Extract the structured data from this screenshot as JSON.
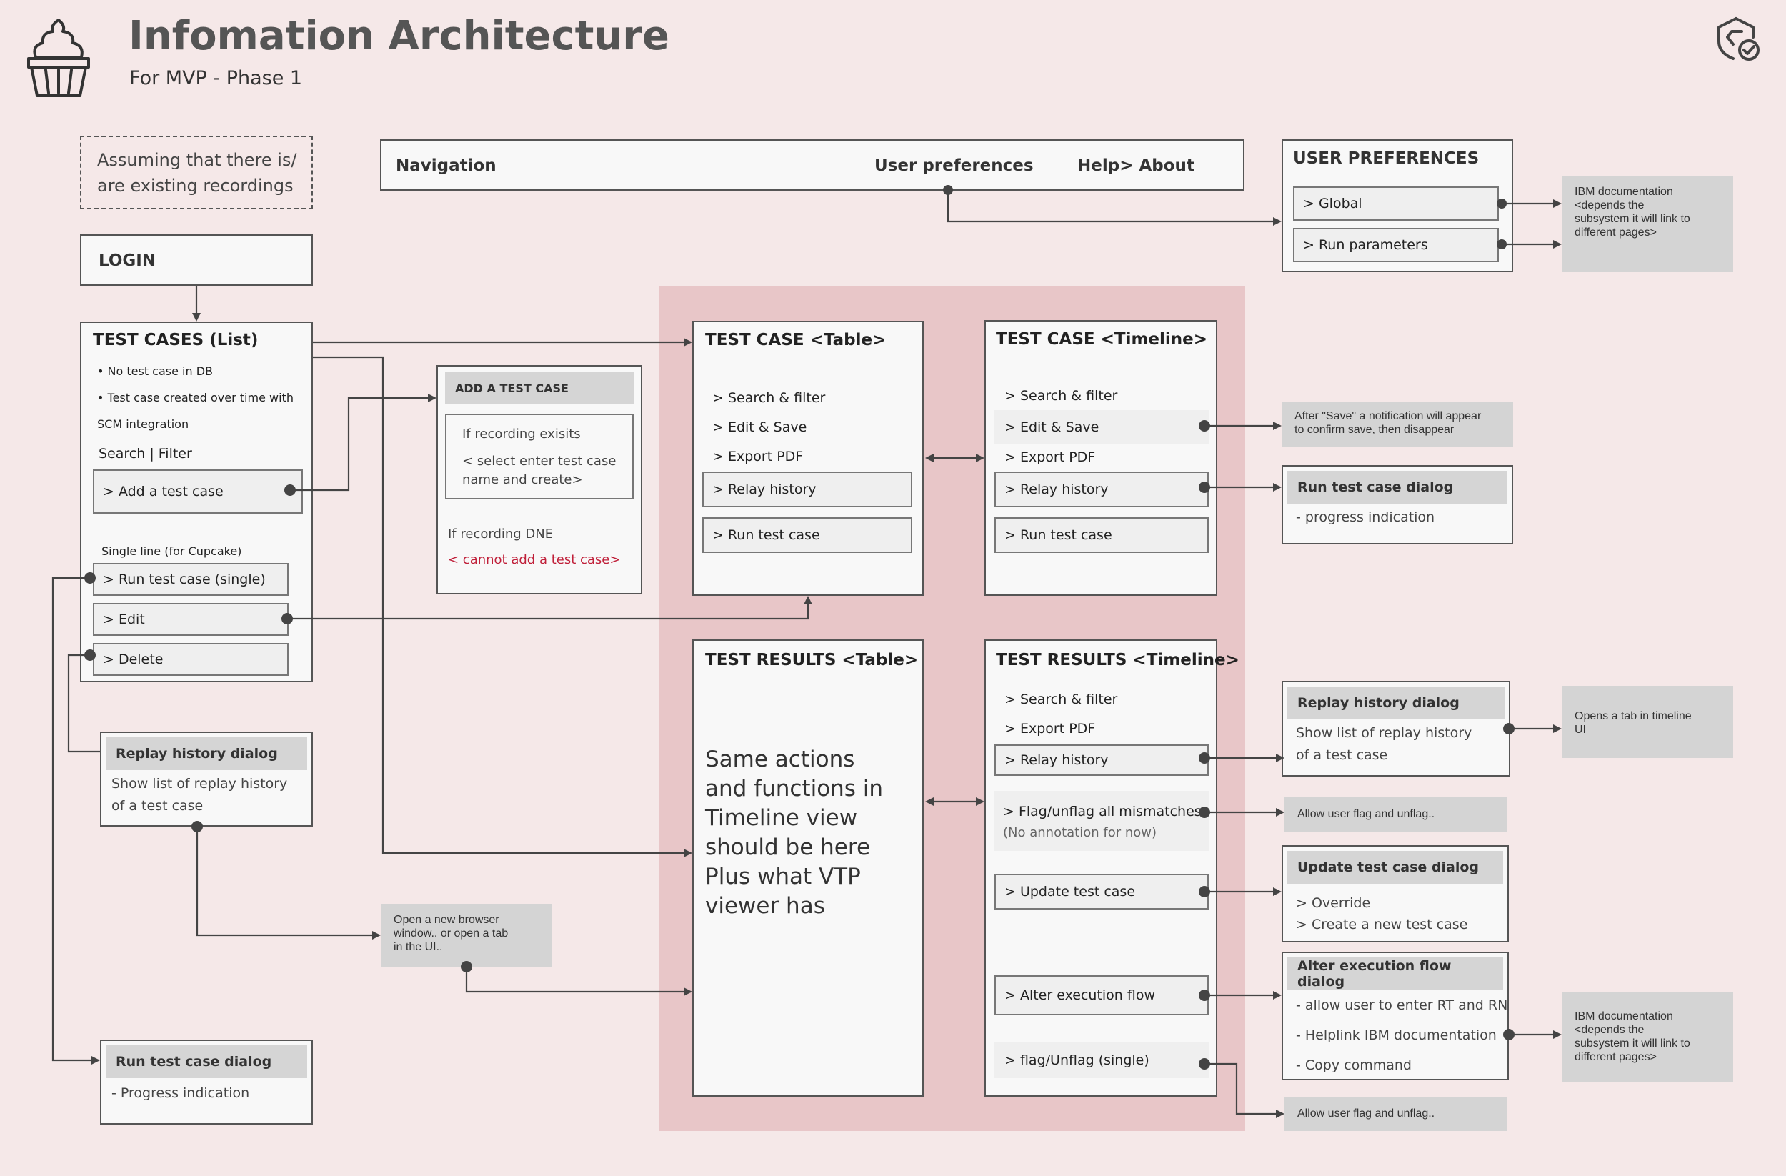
{
  "header": {
    "title": "Infomation Architecture",
    "subtitle": "For MVP -  Phase 1"
  },
  "assumption": {
    "line1": "Assuming that there is/",
    "line2": "are existing recordings"
  },
  "nav": {
    "label": "Navigation",
    "user_prefs": "User preferences",
    "help": "Help> About"
  },
  "user_preferences": {
    "title": "USER PREFERENCES",
    "global": "> Global",
    "run_params": "> Run parameters"
  },
  "ibm_note_top": {
    "l1": "IBM documentation",
    "l2": "<depends the",
    "l3": "subsystem it will link to",
    "l4": "different pages>"
  },
  "login": {
    "label": "LOGIN"
  },
  "test_cases_list": {
    "title": "TEST CASES (List)",
    "bullet1": "• No test case in DB",
    "bullet2": "• Test case created over time with",
    "bullet2b": "SCM integration",
    "search": "Search | Filter",
    "add": "> Add a test case",
    "single_line": "Single line (for Cupcake)",
    "run": "> Run test case (single)",
    "edit": "> Edit",
    "delete": "> Delete"
  },
  "add_test_case": {
    "title": "ADD A TEST CASE",
    "if_exists": "If recording exisits",
    "select1": "< select enter test case",
    "select2": "name and create>",
    "if_dne": "If recording DNE",
    "cannot": "< cannot add a test case>"
  },
  "tc_table": {
    "title": "TEST CASE <Table>",
    "search": "> Search & filter",
    "edit": "> Edit & Save",
    "export": "> Export PDF",
    "relay": "> Relay history",
    "run": "> Run test case"
  },
  "tc_timeline": {
    "title": "TEST CASE <Timeline>",
    "search": "> Search & filter",
    "edit": "> Edit & Save",
    "export": "> Export PDF",
    "relay": "> Relay history",
    "run": "> Run test case"
  },
  "save_note": {
    "l1": "After \"Save\" a notification will appear",
    "l2": "to confirm save, then disappear"
  },
  "run_dialog_right": {
    "title": "Run test case dialog",
    "text": "- progress indication"
  },
  "tr_table": {
    "title": "TEST RESULTS <Table>",
    "l1": "Same actions",
    "l2": "and functions in",
    "l3": "Timeline view",
    "l4": "should be here",
    "l5": "Plus what VTP",
    "l6": "viewer has"
  },
  "tr_timeline": {
    "title": "TEST RESULTS <Timeline>",
    "search": "> Search & filter",
    "export": "> Export PDF",
    "relay": "> Relay history",
    "flag_all": "> Flag/unflag all mismatches",
    "flag_all_note": "(No annotation for now)",
    "update": "> Update test case",
    "alter": "> Alter execution flow",
    "flag_single": "> flag/Unflag (single)"
  },
  "replay_dialog_right": {
    "title": "Replay history dialog",
    "l1": "Show list of replay history",
    "l2": "of a test case"
  },
  "opens_tab_note": {
    "l1": "Opens a tab in timeline",
    "l2": "UI"
  },
  "allow_flag_note_1": {
    "text": "Allow user flag and unflag.."
  },
  "update_dialog": {
    "title": "Update test case dialog",
    "l1": "> Override",
    "l2": "> Create a new test case"
  },
  "alter_dialog": {
    "title": "Alter execution flow dialog",
    "l1": "- allow user to enter RT and RN",
    "l2": "- Helplink IBM documentation",
    "l3": "- Copy command"
  },
  "ibm_note_bottom": {
    "l1": "IBM documentation",
    "l2": "<depends the",
    "l3": "subsystem it will link to",
    "l4": "different pages>"
  },
  "allow_flag_note_2": {
    "text": "Allow user flag and unflag.."
  },
  "replay_dialog_left": {
    "title": "Replay history dialog",
    "l1": "Show list of replay history",
    "l2": "of a test case"
  },
  "browser_note": {
    "l1": "Open a new browser",
    "l2": "window.. or open a tab",
    "l3": "in the UI.."
  },
  "run_dialog_left": {
    "title": "Run test case dialog",
    "text": "- Progress indication"
  },
  "colors": {
    "background": "#f5e8e8",
    "highlight_zone": "#e8c6c8",
    "note_gray": "#d4d4d4",
    "error_red": "#c0203a"
  }
}
